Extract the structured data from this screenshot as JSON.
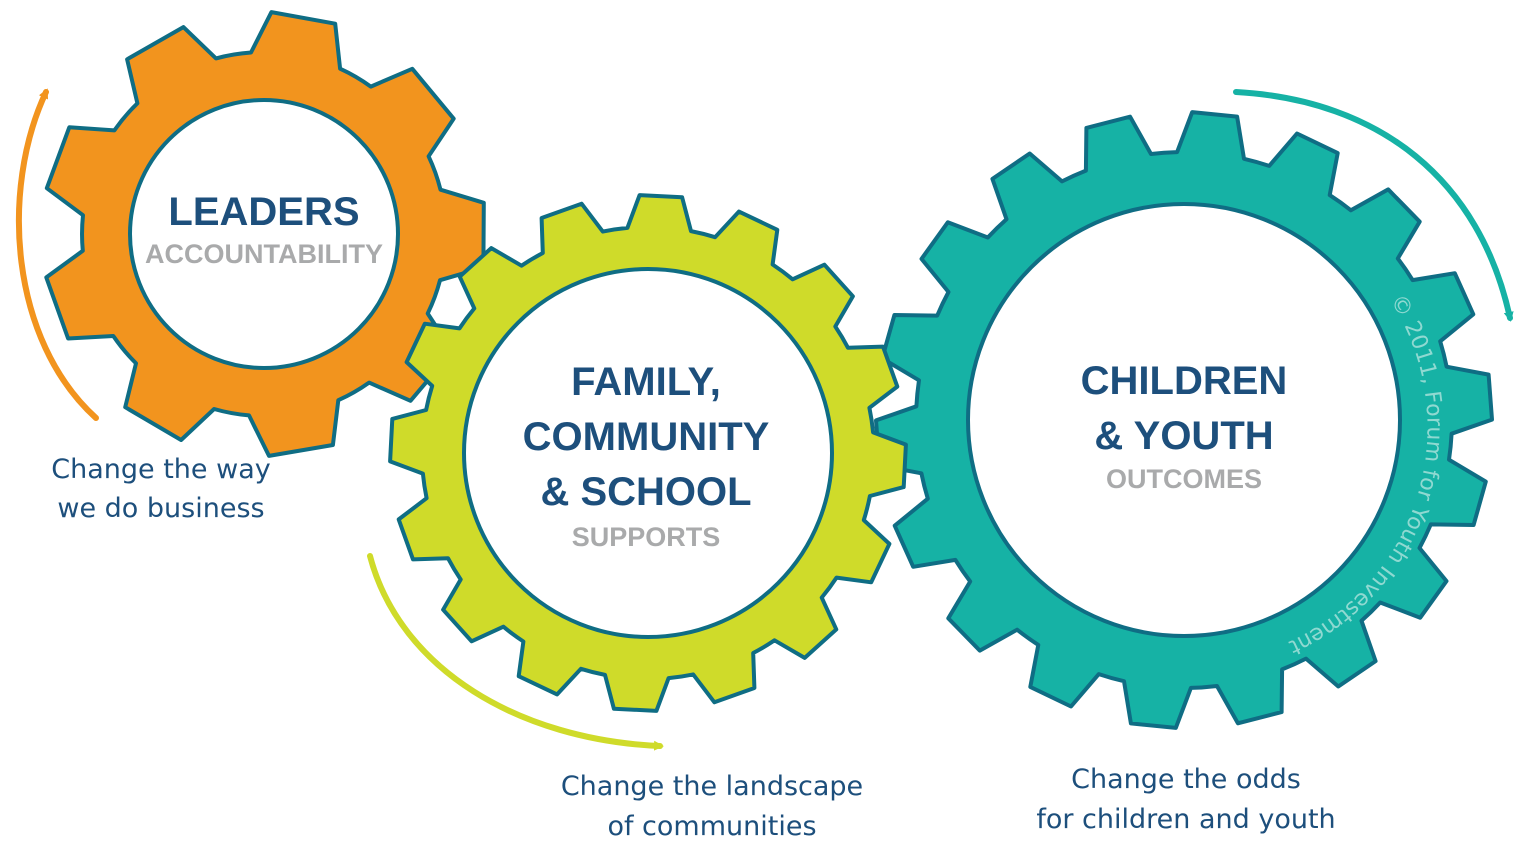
{
  "colors": {
    "orange": "#f2941e",
    "lime": "#cfdb2a",
    "teal": "#16b2a5",
    "outline": "#0f6d84",
    "navy": "#1d4f7c",
    "grey": "#a9aaab",
    "white": "#ffffff"
  },
  "gears": [
    {
      "id": "leaders",
      "color": "#f2941e",
      "title_lines": [
        "LEADERS"
      ],
      "subtitle": "ACCOUNTABILITY",
      "caption_lines": [
        "Change the way",
        "we do business"
      ],
      "arrow_direction": "counterclockwise-up"
    },
    {
      "id": "family",
      "color": "#cfdb2a",
      "title_lines": [
        "FAMILY,",
        "COMMUNITY",
        "& SCHOOL"
      ],
      "subtitle": "SUPPORTS",
      "caption_lines": [
        "Change the landscape",
        "of communities"
      ],
      "arrow_direction": "clockwise-down"
    },
    {
      "id": "children",
      "color": "#16b2a5",
      "title_lines": [
        "CHILDREN",
        "& YOUTH"
      ],
      "subtitle": "OUTCOMES",
      "caption_lines": [
        "Change the odds",
        "for children and youth"
      ],
      "arrow_direction": "clockwise-down"
    }
  ],
  "copyright": "© 2011, Forum for Youth Investment"
}
